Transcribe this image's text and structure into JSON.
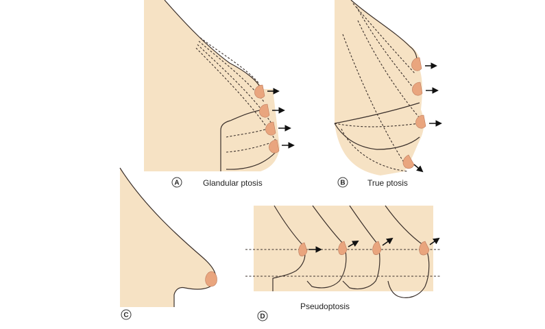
{
  "colors": {
    "skin": "#f6e2c4",
    "areola": "#e9a57e",
    "outline": "#3a2f2a",
    "background": "#ffffff"
  },
  "panels": [
    {
      "letter": "A",
      "caption": "Glandular ptosis"
    },
    {
      "letter": "B",
      "caption": "True ptosis"
    },
    {
      "letter": "C",
      "caption": ""
    },
    {
      "letter": "D",
      "caption": "Pseudoptosis"
    }
  ]
}
